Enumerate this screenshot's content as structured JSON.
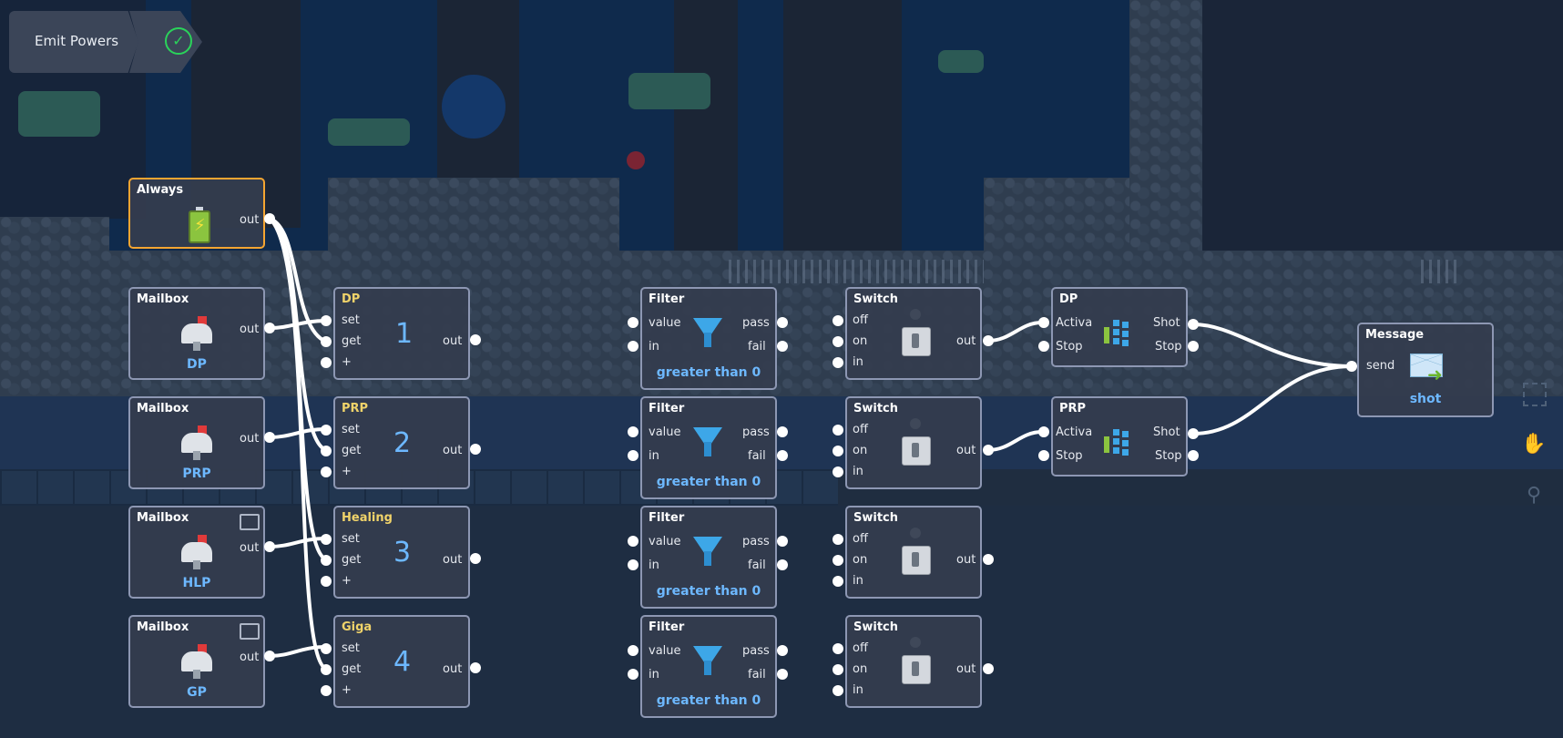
{
  "header": {
    "title": "Emit Powers",
    "status_icon": "check-icon"
  },
  "nodes": {
    "always": {
      "title": "Always",
      "out": "out"
    },
    "mailboxes": [
      {
        "title": "Mailbox",
        "out": "out",
        "label": "DP"
      },
      {
        "title": "Mailbox",
        "out": "out",
        "label": "PRP"
      },
      {
        "title": "Mailbox",
        "out": "out",
        "label": "HLP"
      },
      {
        "title": "Mailbox",
        "out": "out",
        "label": "GP"
      }
    ],
    "counters": [
      {
        "title": "DP",
        "set": "set",
        "get": "get",
        "plus": "+",
        "value": "1",
        "out": "out"
      },
      {
        "title": "PRP",
        "set": "set",
        "get": "get",
        "plus": "+",
        "value": "2",
        "out": "out"
      },
      {
        "title": "Healing",
        "set": "set",
        "get": "get",
        "plus": "+",
        "value": "3",
        "out": "out"
      },
      {
        "title": "Giga",
        "set": "set",
        "get": "get",
        "plus": "+",
        "value": "4",
        "out": "out"
      }
    ],
    "filters": [
      {
        "title": "Filter",
        "value": "value",
        "in": "in",
        "pass": "pass",
        "fail": "fail",
        "condition": "greater than 0"
      },
      {
        "title": "Filter",
        "value": "value",
        "in": "in",
        "pass": "pass",
        "fail": "fail",
        "condition": "greater than 0"
      },
      {
        "title": "Filter",
        "value": "value",
        "in": "in",
        "pass": "pass",
        "fail": "fail",
        "condition": "greater than 0"
      },
      {
        "title": "Filter",
        "value": "value",
        "in": "in",
        "pass": "pass",
        "fail": "fail",
        "condition": "greater than 0"
      }
    ],
    "switches": [
      {
        "title": "Switch",
        "off": "off",
        "on": "on",
        "in": "in",
        "out": "out"
      },
      {
        "title": "Switch",
        "off": "off",
        "on": "on",
        "in": "in",
        "out": "out"
      },
      {
        "title": "Switch",
        "off": "off",
        "on": "on",
        "in": "in",
        "out": "out"
      },
      {
        "title": "Switch",
        "off": "off",
        "on": "on",
        "in": "in",
        "out": "out"
      }
    ],
    "sequencers": [
      {
        "title": "DP",
        "activate": "Activa",
        "stop_in": "Stop",
        "shot": "Shot",
        "stop_out": "Stop"
      },
      {
        "title": "PRP",
        "activate": "Activa",
        "stop_in": "Stop",
        "shot": "Shot",
        "stop_out": "Stop"
      }
    ],
    "message": {
      "title": "Message",
      "send": "send",
      "label": "shot"
    }
  },
  "colors": {
    "node_border": "#8d97b3",
    "selected_border": "#f5a531",
    "label_blue": "#6db8ff",
    "accent_green": "#2ad35a"
  }
}
